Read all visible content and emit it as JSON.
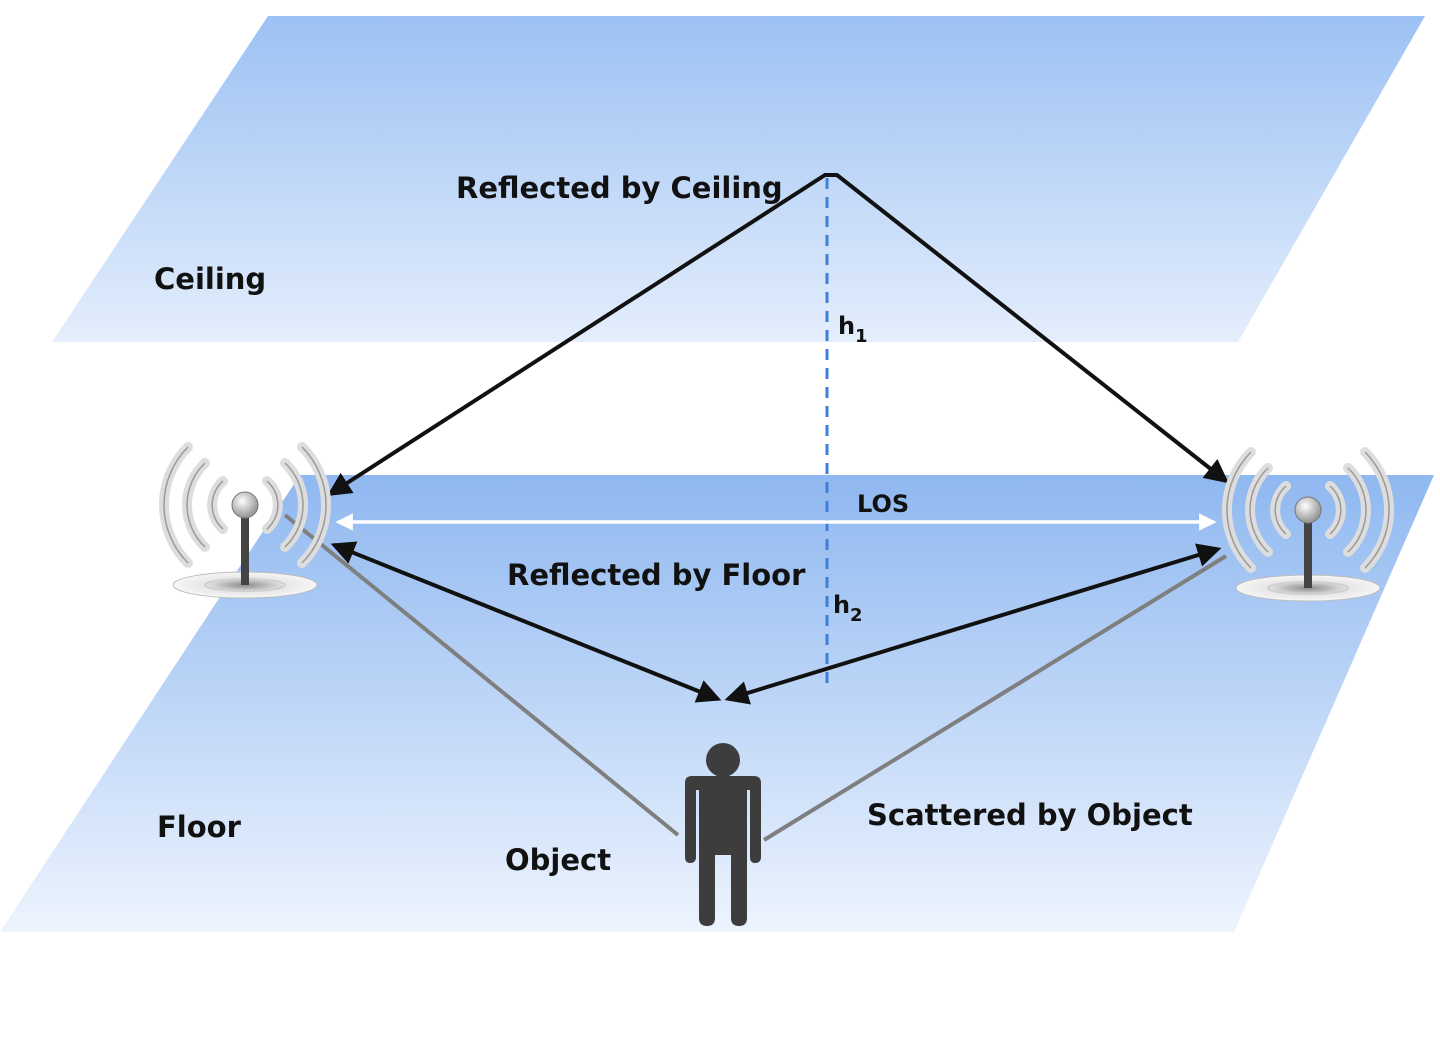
{
  "labels": {
    "ceiling": "Ceiling",
    "floor": "Floor",
    "reflected_ceiling": "Reflected by Ceiling",
    "reflected_floor": "Reflected by Floor",
    "los": "LOS",
    "h1_base": "h",
    "h1_sub": "1",
    "h2_base": "h",
    "h2_sub": "2",
    "object": "Object",
    "scattered": "Scattered by Object"
  },
  "colors": {
    "plane_top": "#9ec2f2",
    "plane_bottom": "#eaf2fd",
    "arrow": "#111111",
    "los_line": "#ffffff",
    "scatter_line": "#7f7f7f",
    "height_dash": "#3d7fd9",
    "person": "#3d3d3d",
    "antenna_stem": "#444444"
  },
  "icons": {
    "tx": "wifi-antenna-icon",
    "rx": "wifi-antenna-icon",
    "object": "person-icon"
  }
}
